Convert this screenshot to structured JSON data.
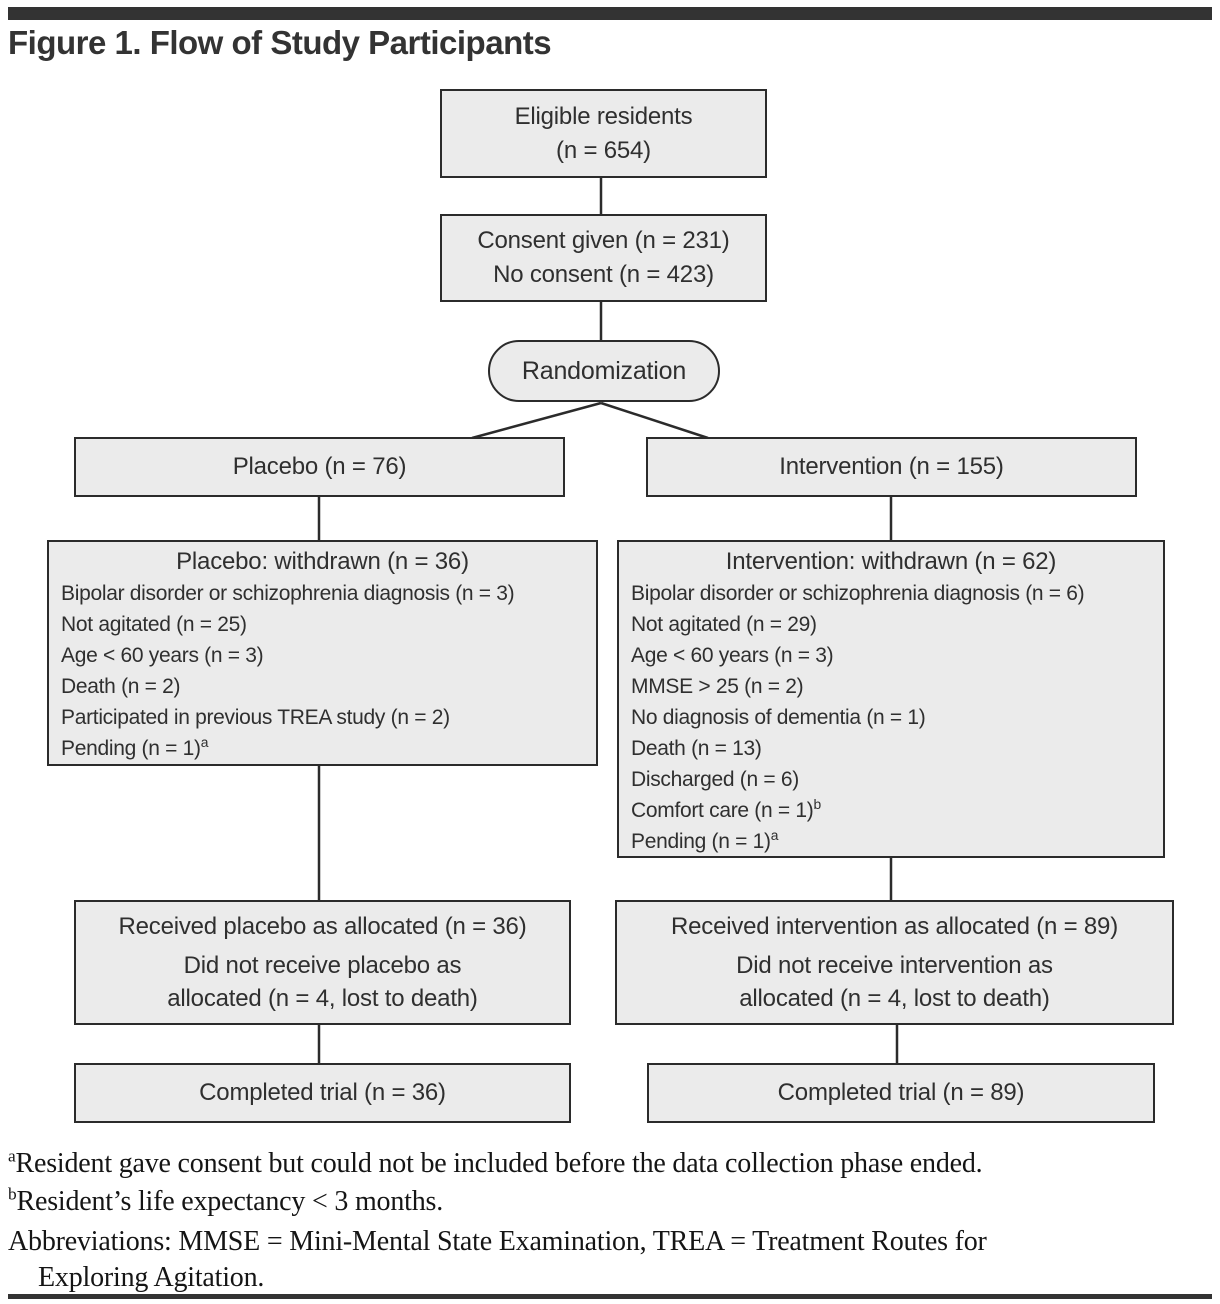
{
  "title": "Figure 1. Flow of Study Participants",
  "flow": {
    "eligible": {
      "line1": "Eligible residents",
      "line2": "(n = 654)"
    },
    "consent": {
      "line1": "Consent given (n = 231)",
      "line2": "No consent (n = 423)"
    },
    "randomization": {
      "label": "Randomization"
    },
    "placebo_arm": {
      "label": "Placebo (n = 76)"
    },
    "intervention_arm": {
      "label": "Intervention (n = 155)"
    },
    "placebo_withdrawn": {
      "title": "Placebo: withdrawn (n = 36)",
      "items": [
        "Bipolar disorder or schizophrenia diagnosis (n = 3)",
        "Not agitated (n = 25)",
        "Age < 60 years (n = 3)",
        "Death (n = 2)",
        "Participated in previous TREA study (n = 2)",
        {
          "text": "Pending (n = 1)",
          "sup": "a"
        }
      ]
    },
    "intervention_withdrawn": {
      "title": "Intervention: withdrawn (n = 62)",
      "items": [
        "Bipolar disorder or schizophrenia diagnosis (n = 6)",
        "Not agitated (n = 29)",
        "Age < 60 years (n = 3)",
        "MMSE > 25 (n = 2)",
        "No diagnosis of dementia (n = 1)",
        "Death (n = 13)",
        "Discharged (n = 6)",
        {
          "text": "Comfort care (n = 1)",
          "sup": "b"
        },
        {
          "text": "Pending (n = 1)",
          "sup": "a"
        }
      ]
    },
    "placebo_received": {
      "line1": "Received placebo as allocated (n = 36)",
      "line2": "Did not receive placebo as",
      "line3": "allocated (n = 4, lost to death)"
    },
    "intervention_received": {
      "line1": "Received intervention as allocated (n = 89)",
      "line2": "Did not receive intervention as",
      "line3": "allocated (n = 4, lost to death)"
    },
    "placebo_completed": {
      "label": "Completed trial (n = 36)"
    },
    "intervention_completed": {
      "label": "Completed trial (n = 89)"
    }
  },
  "footnotes": [
    {
      "sup": "a",
      "text": "Resident gave consent but could not be included before the data collection phase ended."
    },
    {
      "sup": "b",
      "text": "Resident’s life expectancy < 3 months."
    }
  ],
  "abbreviations": {
    "line1": "Abbreviations: MMSE = Mini-Mental State Examination, TREA = Treatment Routes for",
    "line2": "Exploring Agitation."
  },
  "colors": {
    "box_fill": "#ebebeb",
    "box_border": "#2b2b2b",
    "connector": "#2b2b2b",
    "rule": "#333333"
  }
}
